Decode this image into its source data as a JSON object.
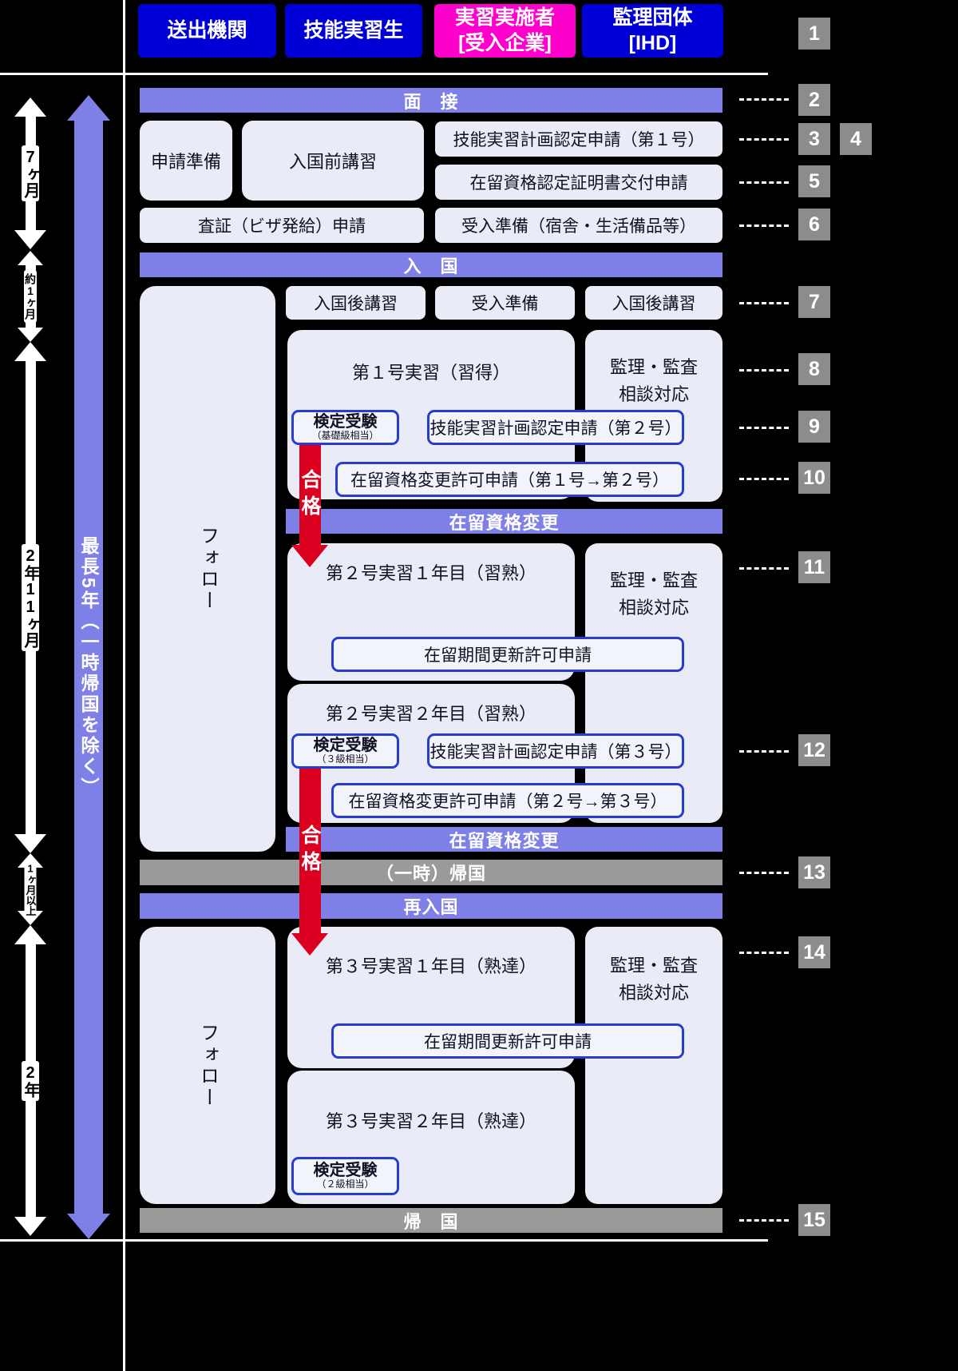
{
  "colors": {
    "header_blue": "#0000d6",
    "highlight_magenta": "#ff00cc",
    "bar_purple": "#7f7fe8",
    "bar_gray": "#9a9a9a",
    "box_light": "#e9ecf6",
    "outline_blue": "#2a3bd0",
    "pass_red": "#dc0020",
    "number_gray": "#8c8c8c"
  },
  "header": {
    "sending_org": "送出機関",
    "trainee": "技能実習生",
    "implementer_line1": "実習実施者",
    "implementer_line2": "[受入企業]",
    "supervisor_line1": "監理団体",
    "supervisor_line2": "[IHD]"
  },
  "timeline": {
    "period1": "7ヶ月",
    "period2": "約1ヶ月",
    "period3": "2年11ヶ月",
    "period4": "1ヶ月以上",
    "period5": "2年",
    "total": "最長5年（一時帰国を除く）"
  },
  "bars": {
    "interview": "面　接",
    "entry": "入　国",
    "status_change_1": "在留資格変更",
    "status_change_2": "在留資格変更",
    "temporary_return": "（一時）帰国",
    "reentry": "再入国",
    "final_return": "帰　国"
  },
  "phase1": {
    "application_prep": "申請準備",
    "pre_entry_training": "入国前講習",
    "plan_certification_no1": "技能実習計画認定申請（第１号）",
    "coe_application": "在留資格認定証明書交付申請",
    "visa_application": "査証（ビザ発給）申請",
    "acceptance_prep": "受入準備（宿舎・生活備品等）"
  },
  "phase2": {
    "follow": "フォロー",
    "post_entry_training_trainee": "入国後講習",
    "acceptance_prep": "受入準備",
    "post_entry_training_supervisor": "入国後講習",
    "training_no1": "第１号実習（習得）",
    "audit_line1": "監理・監査",
    "audit_line2": "相談対応",
    "exam_label": "検定受験",
    "exam_sub": "（基礎級相当）",
    "plan_certification_no2": "技能実習計画認定申請（第２号）",
    "status_change_application": "在留資格変更許可申請（第１号→第２号）",
    "pass": "合格"
  },
  "phase3": {
    "training_no2_y1": "第２号実習１年目（習熟）",
    "audit_line1": "監理・監査",
    "audit_line2": "相談対応",
    "period_renewal": "在留期間更新許可申請",
    "training_no2_y2": "第２号実習２年目（習熟）",
    "exam_label": "検定受験",
    "exam_sub": "（３級相当）",
    "plan_certification_no3": "技能実習計画認定申請（第３号）",
    "status_change_application": "在留資格変更許可申請（第２号→第３号）",
    "pass": "合格"
  },
  "phase4": {
    "follow": "フォロー",
    "training_no3_y1": "第３号実習１年目（熟達）",
    "audit_line1": "監理・監査",
    "audit_line2": "相談対応",
    "period_renewal": "在留期間更新許可申請",
    "training_no3_y2": "第３号実習２年目（熟達）",
    "exam_label": "検定受験",
    "exam_sub": "（２級相当）"
  },
  "steps": {
    "s1": "1",
    "s2": "2",
    "s3": "3",
    "s4": "4",
    "s5": "5",
    "s6": "6",
    "s7": "7",
    "s8": "8",
    "s9": "9",
    "s10": "10",
    "s11": "11",
    "s12": "12",
    "s13": "13",
    "s14": "14",
    "s15": "15"
  }
}
